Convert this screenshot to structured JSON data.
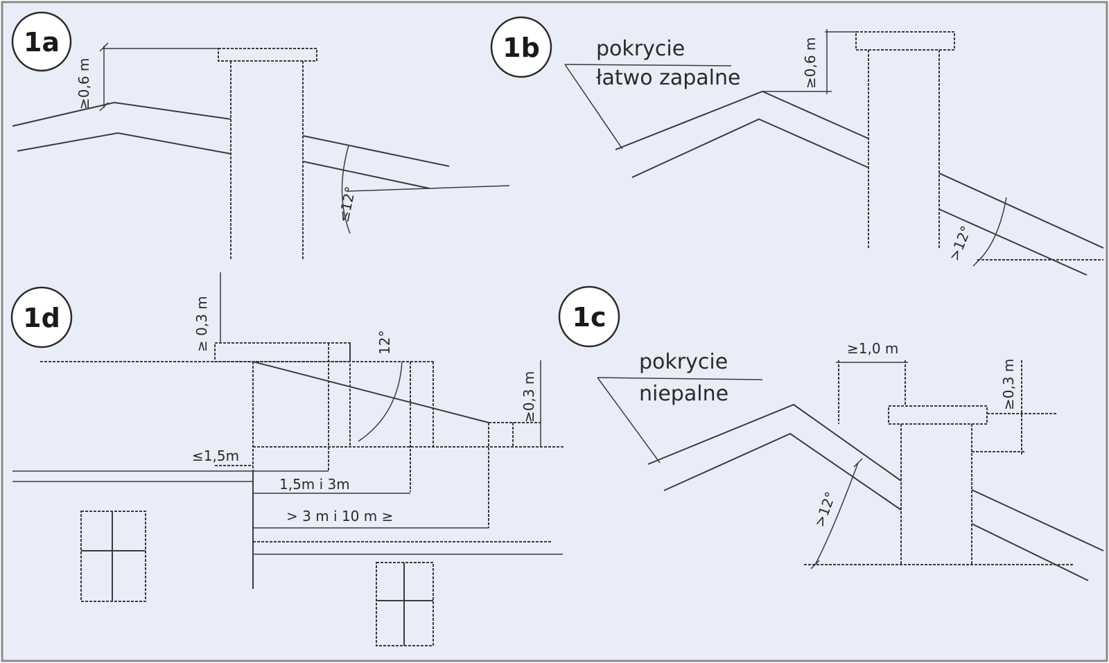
{
  "panels": {
    "p1a": {
      "badge": "1a",
      "dim_height": "≥0,6 m",
      "angle": "≤12°"
    },
    "p1b": {
      "badge": "1b",
      "label_line1": "pokrycie",
      "label_line2": "łatwo zapalne",
      "dim_height": "≥0,6 m",
      "angle": ">12°"
    },
    "p1d": {
      "badge": "1d",
      "dim_top": "≥ 0,3 m",
      "angle": "12°",
      "dim_right": "≥0,3 m",
      "dist1": "≤1,5m",
      "dist2": "1,5m i 3m",
      "dist3": "> 3 m i 10 m ≥"
    },
    "p1c": {
      "badge": "1c",
      "label_line1": "pokrycie",
      "label_line2": "niepalne",
      "dim_width": "≥1,0 m",
      "dim_height": "≥0,3 m",
      "angle": ">12°"
    }
  },
  "colors": {
    "background": "#e8edf7",
    "line": "#3a3a3a",
    "frame": "#8a8a8a"
  }
}
